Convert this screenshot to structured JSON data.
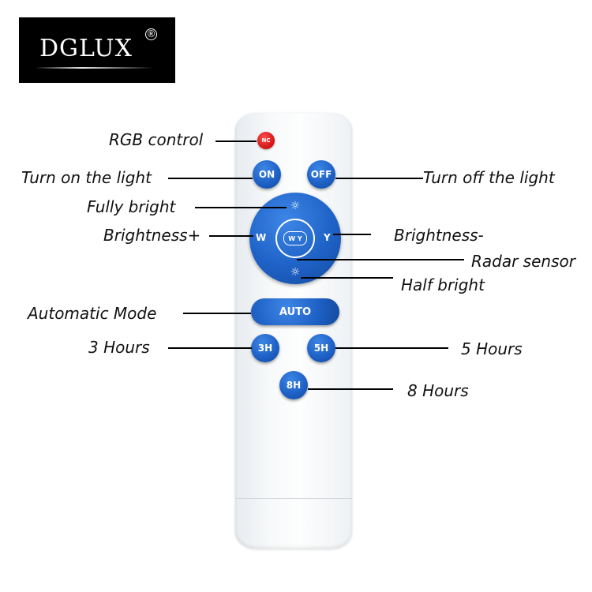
{
  "brand": {
    "logo_text": "DGLUX",
    "registered": "®"
  },
  "buttons": {
    "nc": "NC",
    "on": "ON",
    "off": "OFF",
    "w": "W",
    "y": "Y",
    "wy": "W Y",
    "auto": "AUTO",
    "h3": "3H",
    "h5": "5H",
    "h8": "8H"
  },
  "labels": {
    "rgb_control": "RGB control",
    "turn_on": "Turn on the light",
    "turn_off": "Turn off the light",
    "fully_bright": "Fully bright",
    "brightness_plus": "Brightness+",
    "brightness_minus": "Brightness-",
    "radar_sensor": "Radar sensor",
    "half_bright": "Half  bright",
    "automatic_mode": "Automatic Mode",
    "hours_3": "3 Hours",
    "hours_5": "5 Hours",
    "hours_8": "8 Hours"
  },
  "colors": {
    "button_blue": "#1d5fc3",
    "nc_red": "#d11313",
    "logo_bg": "#000000"
  }
}
